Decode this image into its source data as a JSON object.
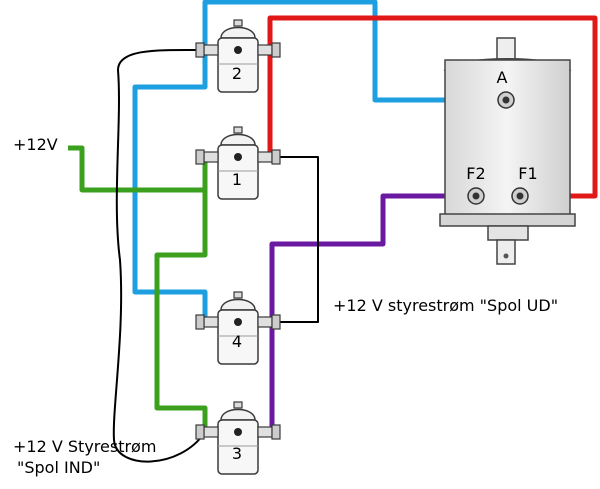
{
  "labels": {
    "plus12v": "+12V",
    "spol_ud": "+12 V styrestrøm \"Spol UD\"",
    "spol_ind_line1": "+12 V Styrestrøm",
    "spol_ind_line2": "\"Spol IND\""
  },
  "solenoids": [
    {
      "id": "2",
      "label": "2"
    },
    {
      "id": "1",
      "label": "1"
    },
    {
      "id": "4",
      "label": "4"
    },
    {
      "id": "3",
      "label": "3"
    }
  ],
  "motor": {
    "terminals": [
      {
        "id": "A",
        "label": "A"
      },
      {
        "id": "F2",
        "label": "F2"
      },
      {
        "id": "F1",
        "label": "F1"
      }
    ]
  },
  "colors": {
    "blue_wire": "#1e9fe0",
    "red_wire": "#e01818",
    "green_wire": "#3aa01e",
    "purple_wire": "#6a1aa0",
    "black_wire": "#000000",
    "outline": "#3a3a3a"
  }
}
